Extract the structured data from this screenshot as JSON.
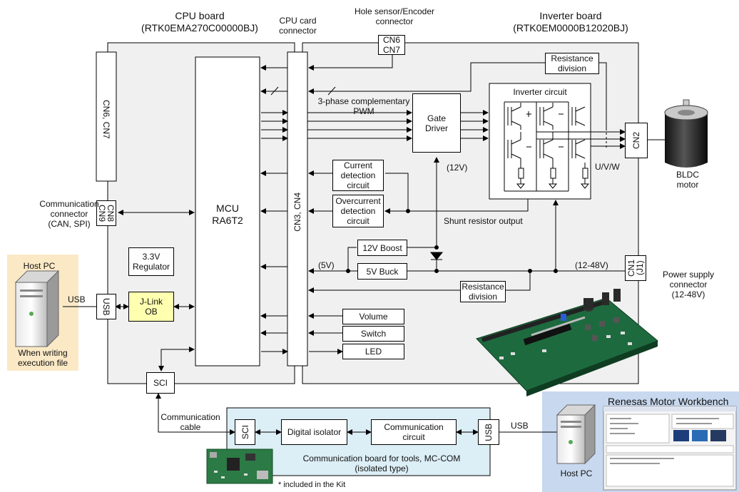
{
  "cpu_board": {
    "title": "CPU board",
    "part": "(RTK0EMA270C00000BJ)"
  },
  "inverter_board": {
    "title": "Inverter board",
    "part": "(RTK0EM0000B12020BJ)"
  },
  "cpu_card_connector": [
    "CPU card",
    "connector"
  ],
  "hole_sensor": [
    "Hole sensor/Encoder",
    "connector"
  ],
  "cn6cn7_top": [
    "CN6",
    "CN7"
  ],
  "cn6cn7_side": "CN6, CN7",
  "cn8cn9": "CN8\nCN9",
  "comm_connector": [
    "Communication",
    "connector",
    "(CAN, SPI)"
  ],
  "mcu": [
    "MCU",
    "RA6T2"
  ],
  "regulator": [
    "3.3V",
    "Regulator"
  ],
  "usb_cpu": "USB",
  "jlink": [
    "J-Link",
    "OB"
  ],
  "host_pc_left": {
    "title": "Host PC",
    "usb": "USB",
    "note": [
      "When writing",
      "execution file"
    ]
  },
  "sci_cpu": "SCI",
  "cn3cn4": "CN3, CN4",
  "pwm_label": [
    "3-phase complementary",
    "PWM"
  ],
  "gate_driver": [
    "Gate",
    "Driver"
  ],
  "inverter_circuit": "Inverter circuit",
  "resistance_top": [
    "Resistance",
    "division"
  ],
  "current_detect": [
    "Current",
    "detection",
    "circuit"
  ],
  "overcurrent_detect": [
    "Overcurrent",
    "detection",
    "circuit"
  ],
  "v12_label": "(12V)",
  "shunt_label": "Shunt resistor output",
  "boost": "12V Boost",
  "buck": "5V Buck",
  "v5_label": "(5V)",
  "v12_48_label": "(12-48V)",
  "cn1": "CN1\n(J1)",
  "power_connector": [
    "Power supply",
    "connector",
    "(12-48V)"
  ],
  "resistance_bottom": [
    "Resistance",
    "division"
  ],
  "volume": "Volume",
  "switch": "Switch",
  "led": "LED",
  "cn2": "CN2",
  "uvw": "U/V/W",
  "motor": [
    "BLDC",
    "motor"
  ],
  "comm_cable": [
    "Communication",
    "cable"
  ],
  "sci_tools": "SCI",
  "digital_isolator": "Digital isolator",
  "comm_circuit": [
    "Communication",
    "circuit"
  ],
  "usb_tools": "USB",
  "tools_board": [
    "Communication board for tools, MC-COM",
    "(isolated type)"
  ],
  "usb_right": "USB",
  "workbench": {
    "title": "Renesas Motor Workbench",
    "host": "Host PC"
  },
  "kit_note": "* included in the Kit"
}
